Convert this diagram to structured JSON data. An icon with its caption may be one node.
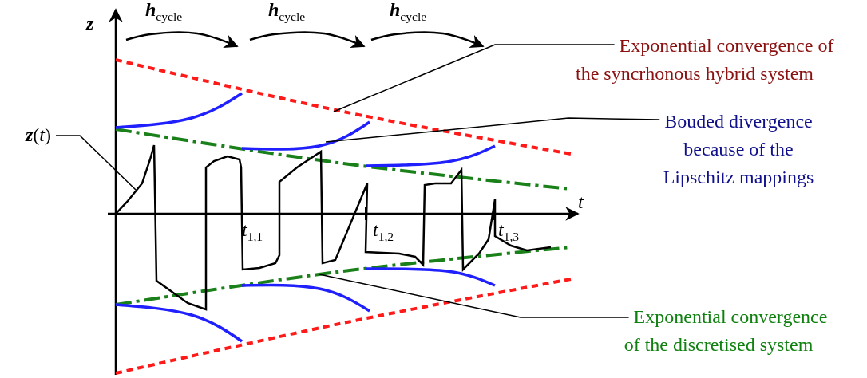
{
  "diagram": {
    "nodes": [
      {
        "text": [
          "**z**(*t*)"
        ]
      },
      {
        "text": [
          "Exponential convergence of the syncrhonous hybrid system"
        ]
      },
      {
        "text": [
          "Bouded divergence because of the Lipschitz mappings"
        ]
      },
      {
        "text": [
          "Exponential convergence of the discretised system"
        ]
      }
    ],
    "edges": [
      {
        "from": 0,
        "to": null,
        "arrow": "none"
      },
      {
        "from": 1,
        "to": null,
        "arrow": "none"
      },
      {
        "from": 2,
        "to": null,
        "arrow": "none"
      },
      {
        "from": 3,
        "to": null,
        "arrow": "none"
      }
    ],
    "labels": [
      "z",
      "**h**$_{cycle}$",
      "**h**$_{cycle}$",
      "**h**$_{cycle}$",
      "t",
      "*t*$_{1,1}$",
      "*t*$_{1,2}$",
      "*t*$_{1,3}$"
    ]
  }
}
